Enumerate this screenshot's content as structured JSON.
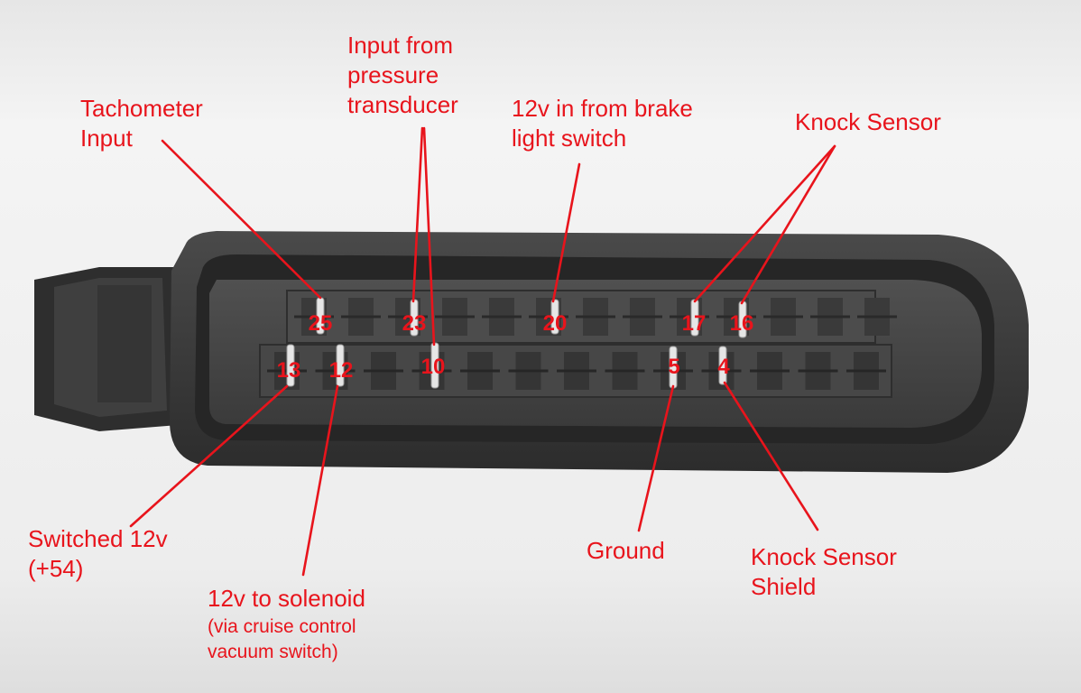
{
  "colors": {
    "annotation": "#e8141c",
    "connector_body": "#3a3a3a",
    "connector_dark": "#262626",
    "pin": "#e6e6e6",
    "background": "#f2f2f2"
  },
  "pins_top_row": [
    "25",
    "23",
    "20",
    "17",
    "16"
  ],
  "pins_bottom_row": [
    "13",
    "12",
    "10",
    "5",
    "4"
  ],
  "labels": {
    "tachometer": "Tachometer\nInput",
    "pressure": "Input from\npressure\ntransducer",
    "brake": "12v in from brake\nlight switch",
    "knock_sensor": "Knock Sensor",
    "switched": "Switched 12v\n(+54)",
    "solenoid": "12v to solenoid",
    "solenoid_note": "(via cruise control\nvacuum switch)",
    "ground": "Ground",
    "shield": "Knock Sensor\nShield"
  }
}
